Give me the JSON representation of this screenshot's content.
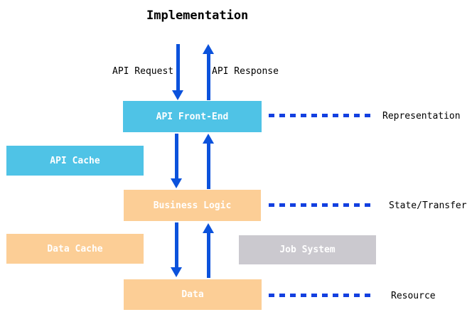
{
  "title": "Implementation",
  "colors": {
    "cyan": "#4FC3E6",
    "orange": "#FCCE96",
    "gray": "#CBC9CF",
    "arrow_blue": "#0B52DC",
    "dash_blue": "#1340E0",
    "box_text": "#FFFFFF",
    "text_dark": "#000000"
  },
  "flow_labels": {
    "request": "API Request",
    "response": "API Response"
  },
  "nodes": {
    "api_front_end": {
      "label": "API Front-End"
    },
    "api_cache": {
      "label": "API Cache"
    },
    "business_logic": {
      "label": "Business Logic"
    },
    "data_cache": {
      "label": "Data Cache"
    },
    "job_system": {
      "label": "Job System"
    },
    "data": {
      "label": "Data"
    }
  },
  "layer_labels": {
    "representation": "Representation",
    "state_transfer": "State/Transfer",
    "resource": "Resource"
  }
}
